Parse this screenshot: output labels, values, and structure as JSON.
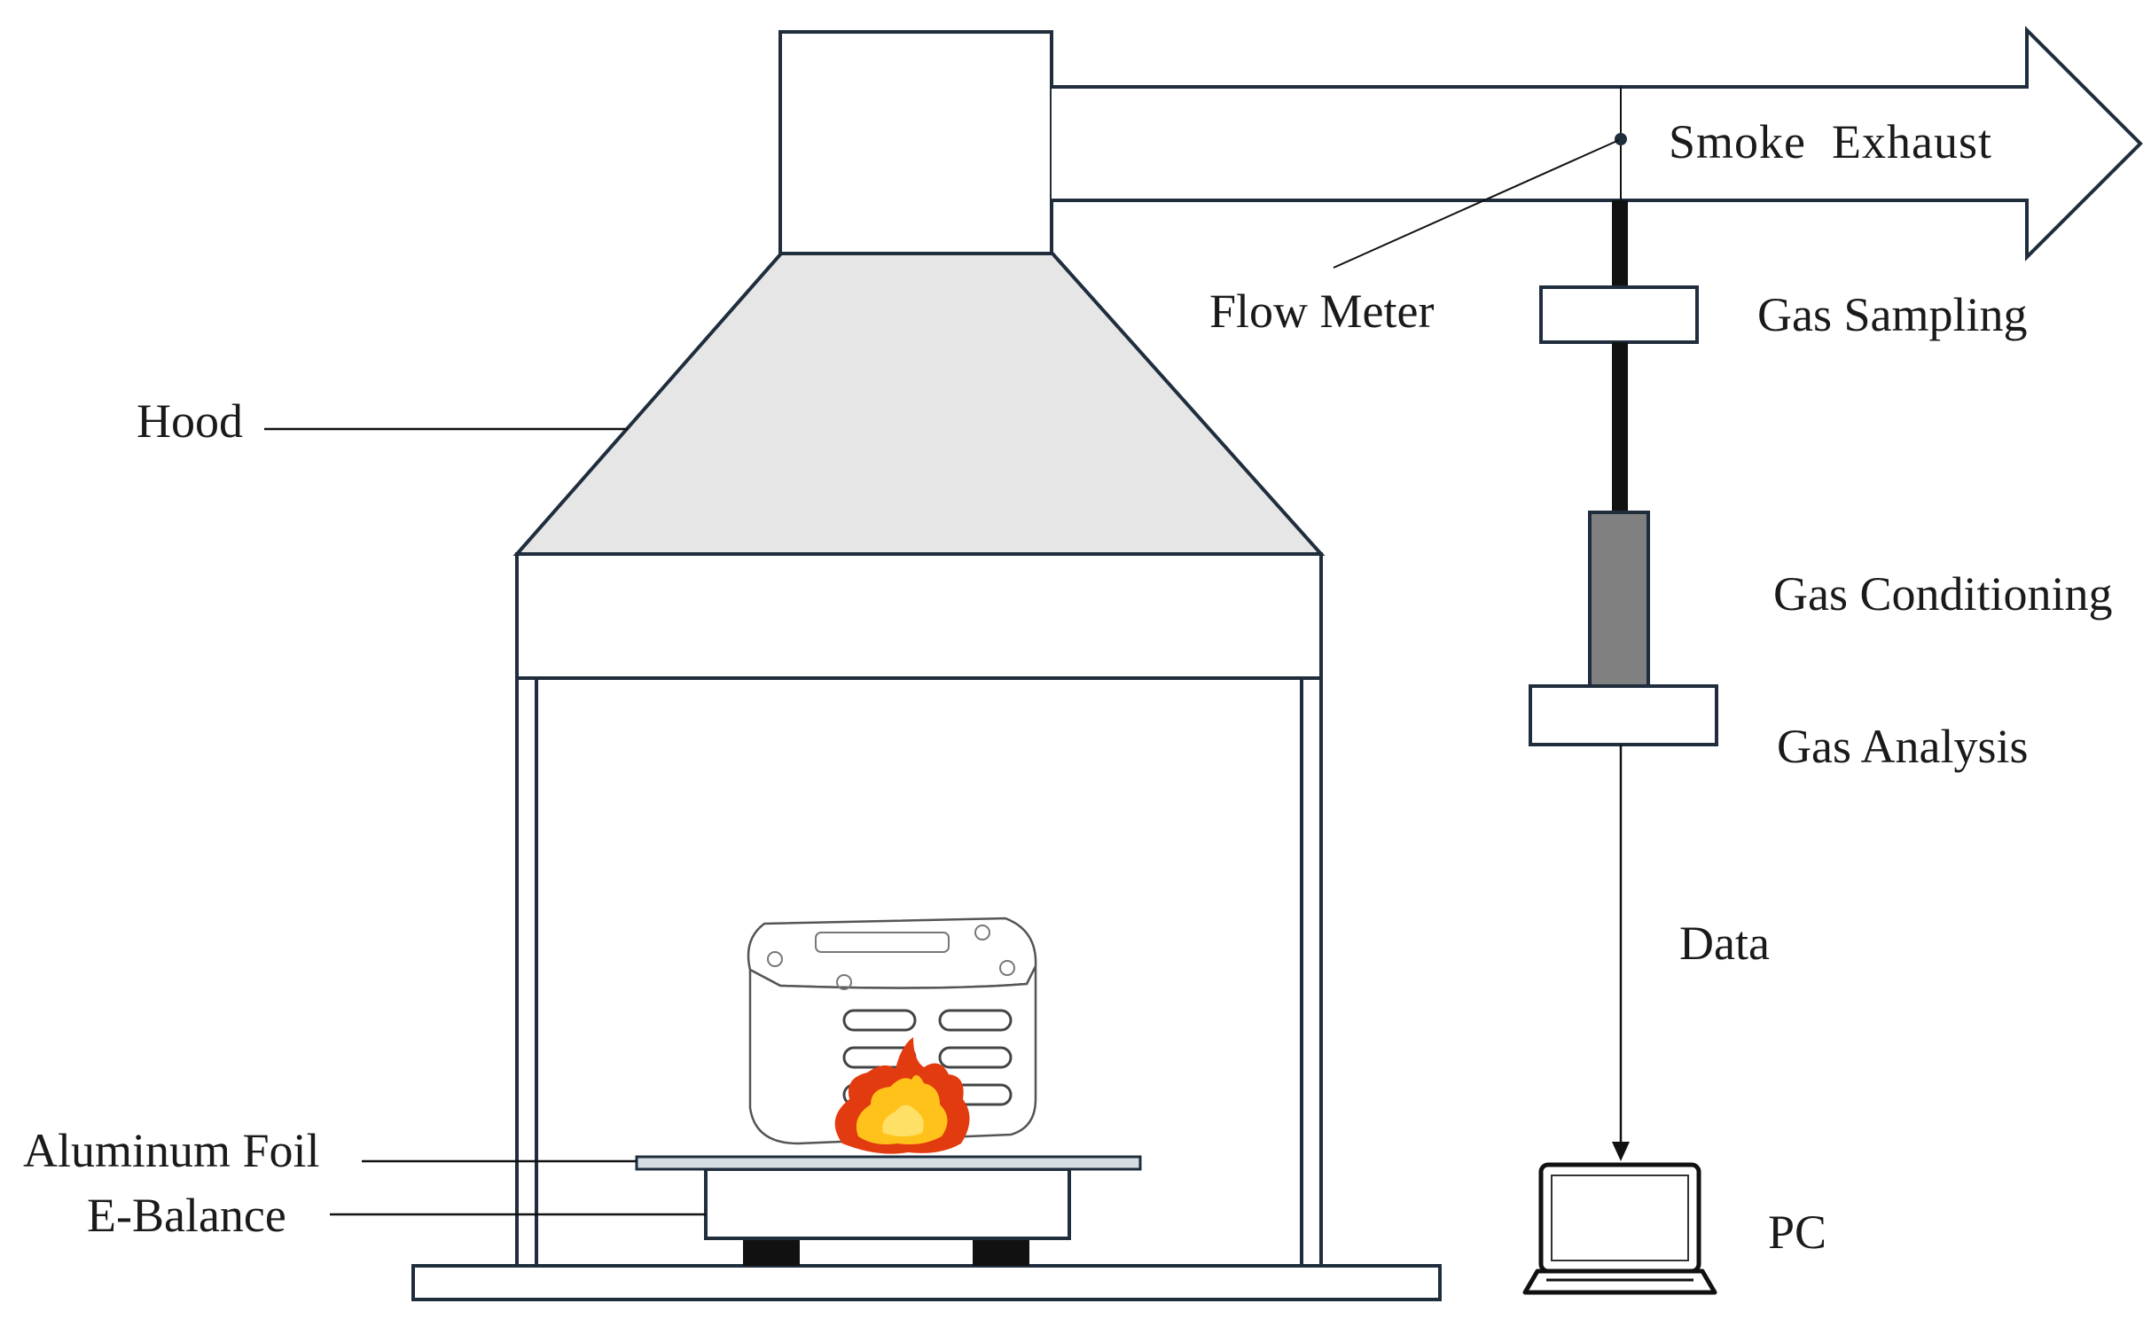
{
  "labels": {
    "smoke_exhaust": "Smoke  Exhaust",
    "flow_meter": "Flow Meter",
    "gas_sampling": "Gas Sampling",
    "hood": "Hood",
    "gas_conditioning": "Gas Conditioning",
    "gas_analysis": "Gas Analysis",
    "data": "Data",
    "aluminum_foil": "Aluminum Foil",
    "e_balance": "E-Balance",
    "pc": "PC"
  },
  "colors": {
    "outline": "#1f2d3d",
    "hood_fill": "#e6e6e6",
    "foil_fill": "#d3dde2",
    "conditioning_fill": "#808080",
    "pipe": "#111111",
    "flame_outer": "#e23b10",
    "flame_inner": "#ffc21a"
  }
}
